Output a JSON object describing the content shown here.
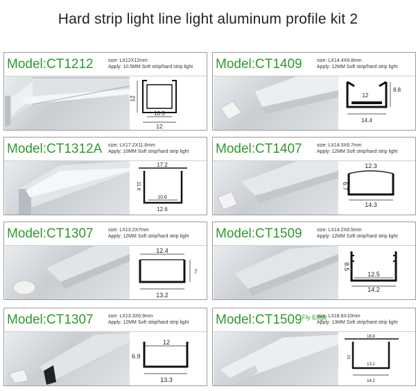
{
  "title": "Hard strip light line light aluminum profile kit 2",
  "cards": [
    {
      "model": "Model:CT1212",
      "suffix": "",
      "size": "size: LX12X12mm",
      "apply": "Apply: 10.5MM Soft strip/hard strip light",
      "dims": [
        "12",
        "10.5",
        "12"
      ]
    },
    {
      "model": "Model:CT1409",
      "suffix": "",
      "size": "size: LX14.4X8.8mm",
      "apply": "Apply: 12MM Soft strip/hard strip light",
      "dims": [
        "8.8",
        "12",
        "14.4"
      ]
    },
    {
      "model": "Model:CT1312A",
      "suffix": "",
      "size": "size: LX17.2X11.6mm",
      "apply": "Apply: 10MM Soft strip/hard strip light",
      "dims": [
        "17.2",
        "11.6",
        "10.6",
        "12.6"
      ]
    },
    {
      "model": "Model:CT1407",
      "suffix": "",
      "size": "size: LX14.3X6.7mm",
      "apply": "Apply: 12MM Soft strip/hard strip light",
      "dims": [
        "12.3",
        "6.7",
        "14.3"
      ]
    },
    {
      "model": "Model:CT1307",
      "suffix": "",
      "size": "size: LX13.2X7mm",
      "apply": "Apply: 12MM Soft strip/hard strip light",
      "dims": [
        "12.4",
        "7",
        "13.2"
      ]
    },
    {
      "model": "Model:CT1509",
      "suffix": "",
      "size": "size: LX14.2X8.5mm",
      "apply": "Apply: 12MM Soft strip/hard strip light",
      "dims": [
        "8.5",
        "12.5",
        "14.2"
      ]
    },
    {
      "model": "Model:CT1307",
      "suffix": "",
      "size": "size: LX13.3X6.9mm",
      "apply": "Apply: 12MM Soft strip/hard strip light",
      "dims": [
        "6.9",
        "12",
        "13.3"
      ]
    },
    {
      "model": "Model:CT1509",
      "suffix": "Fly Edge",
      "size": "size: LX18.8X10mm",
      "apply": "Apply: 13MM Soft strip/hard strip light",
      "dims": [
        "18.8",
        "10",
        "13.2",
        "14.2"
      ]
    }
  ]
}
